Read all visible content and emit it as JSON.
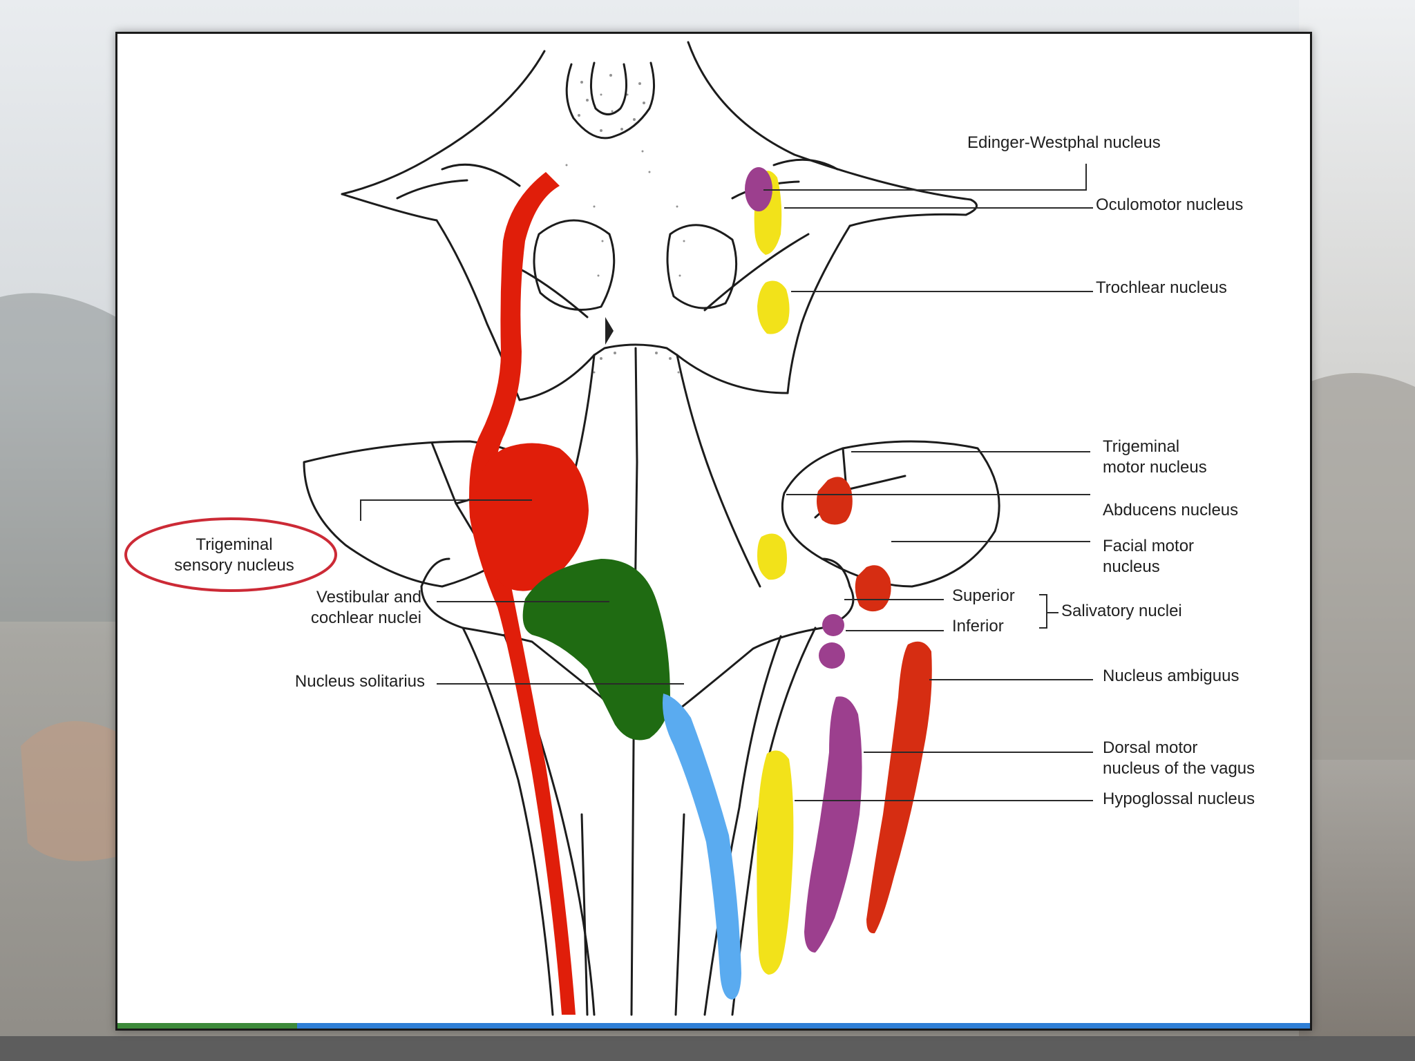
{
  "colors": {
    "sensory_red": "#e01e0a",
    "motor_red": "#d62d12",
    "parasympathetic_purple": "#9c3f8e",
    "somatic_yellow": "#f2e21a",
    "vestibular_green": "#1f6b12",
    "solitarius_blue": "#5aabf0",
    "highlight_oval": "#cc2a36",
    "bar_green": "#3d8a3a",
    "bar_blue": "#2f7fd6"
  },
  "labels": {
    "edinger_westphal": "Edinger-Westphal nucleus",
    "oculomotor": "Oculomotor nucleus",
    "trochlear": "Trochlear nucleus",
    "trigeminal_motor_1": "Trigeminal",
    "trigeminal_motor_2": "motor nucleus",
    "abducens": "Abducens nucleus",
    "facial_motor_1": "Facial motor",
    "facial_motor_2": "nucleus",
    "superior": "Superior",
    "inferior": "Inferior",
    "salivatory": "Salivatory nuclei",
    "ambiguus": "Nucleus ambiguus",
    "dorsal_motor_1": "Dorsal motor",
    "dorsal_motor_2": "nucleus of the vagus",
    "hypoglossal": "Hypoglossal nucleus",
    "trigeminal_sensory_1": "Trigeminal",
    "trigeminal_sensory_2": "sensory nucleus",
    "vestibular_1": "Vestibular and",
    "vestibular_2": "cochlear nuclei",
    "solitarius": "Nucleus solitarius"
  }
}
